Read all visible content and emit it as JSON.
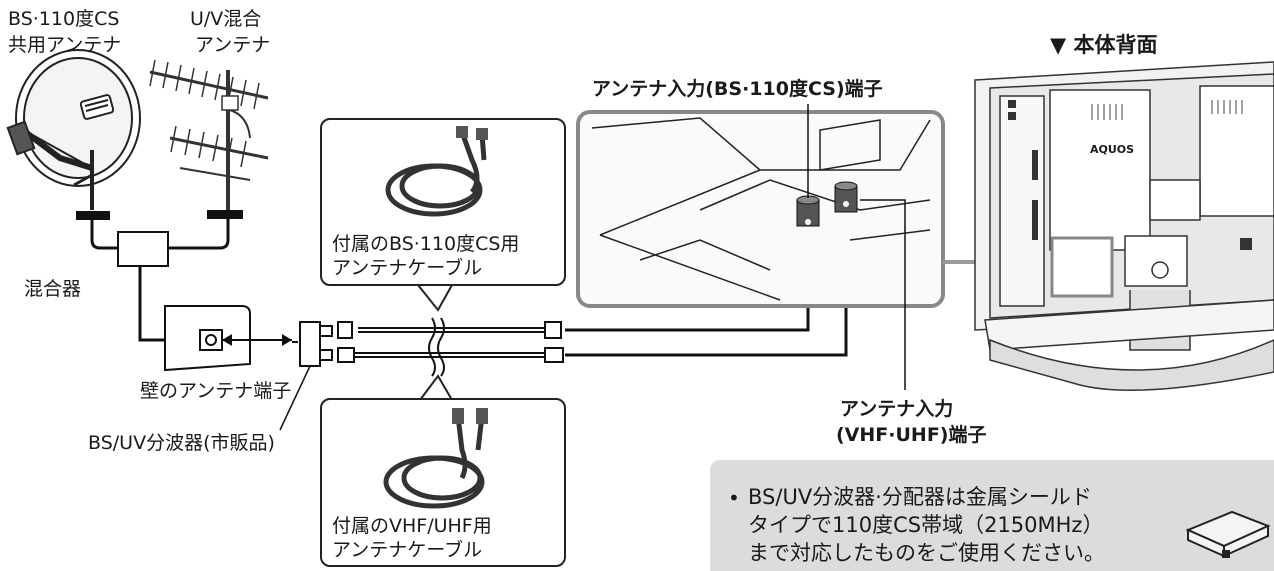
{
  "labels": {
    "bs_antenna_line1": "BS·110度CS",
    "bs_antenna_line2": "共用アンテナ",
    "uv_antenna_line1": "U/V混合",
    "uv_antenna_line2": "アンテナ",
    "mixer": "混合器",
    "wall_terminal": "壁のアンテナ端子",
    "splitter": "BS/UV分波器(市販品)",
    "bs_input_terminal": "アンテナ入力(BS·110度CS)端子",
    "vhf_input_line1": "アンテナ入力",
    "vhf_input_line2": "(VHF·UHF)端子",
    "rear_view": "▼ 本体背面",
    "brand": "AQUOS"
  },
  "callouts": {
    "bs_cable_line1": "付属のBS·110度CS用",
    "bs_cable_line2": "アンテナケーブル",
    "vhf_cable_line1": "付属のVHF/UHF用",
    "vhf_cable_line2": "アンテナケーブル"
  },
  "note": {
    "bullet": "•",
    "line1": "BS/UV分波器·分配器は金属シールド",
    "line2": "タイプで110度CS帯域（2150MHz）",
    "line3": "まで対応したものをご使用ください。"
  }
}
